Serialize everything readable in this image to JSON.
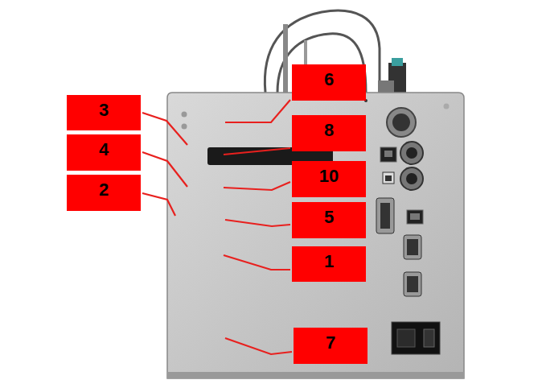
{
  "diagram": {
    "nodes": [
      {
        "text": [
          "6"
        ]
      },
      {
        "text": [
          "3"
        ]
      },
      {
        "text": [
          "8"
        ]
      },
      {
        "text": [
          "4"
        ]
      },
      {
        "text": [
          "10"
        ]
      },
      {
        "text": [
          "2"
        ]
      },
      {
        "text": [
          "5"
        ]
      },
      {
        "text": [
          "1"
        ]
      },
      {
        "text": [
          "7"
        ]
      }
    ]
  }
}
